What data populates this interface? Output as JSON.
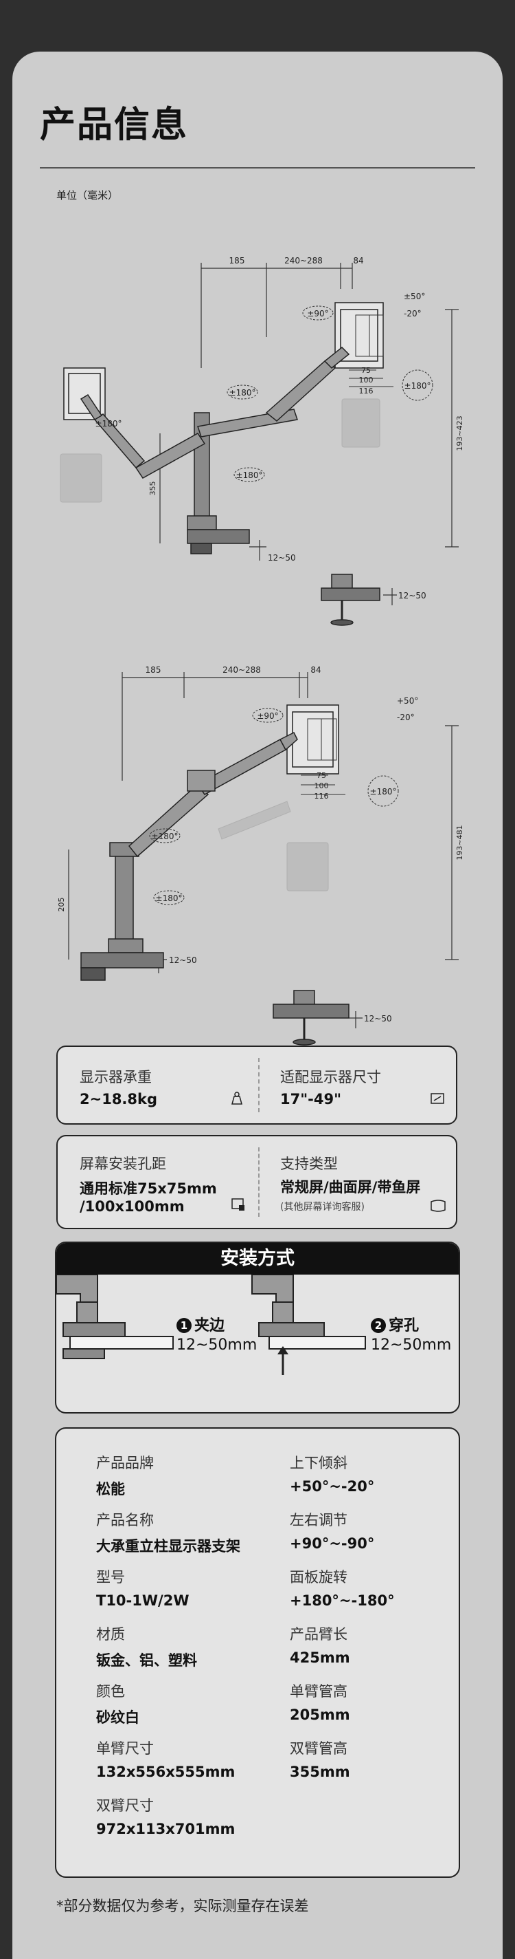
{
  "page_title": "产品信息",
  "unit_label": "单位（毫米）",
  "diagram1": {
    "dims": [
      "185",
      "240~288",
      "84",
      "±50°",
      "-20°",
      "±90°",
      "75",
      "100",
      "116",
      "±180°",
      "±180°",
      "±180°",
      "±180°",
      "193~423",
      "355",
      "12~50",
      "12~50"
    ]
  },
  "diagram2": {
    "dims": [
      "185",
      "240~288",
      "84",
      "+50°",
      "-20°",
      "±90°",
      "75",
      "100",
      "116",
      "±180°",
      "±180°",
      "±180°",
      "193~481",
      "205",
      "12~50",
      "12~50"
    ]
  },
  "info": {
    "row1": {
      "left": {
        "label": "显示器承重",
        "value": "2~18.8kg",
        "icon": "weight-icon"
      },
      "right": {
        "label": "适配显示器尺寸",
        "value": "17\"-49\"",
        "icon": "monitor-size-icon"
      }
    },
    "row2": {
      "left": {
        "label": "屏幕安装孔距",
        "value1": "通用标准75x75mm",
        "value2": "/100x100mm",
        "icon": "vesa-icon"
      },
      "right": {
        "label": "支持类型",
        "value": "常规屏/曲面屏/带鱼屏",
        "note": "(其他屏幕详询客服)",
        "icon": "screen-type-icon"
      }
    }
  },
  "install": {
    "title": "安装方式",
    "methods": [
      {
        "num": "1",
        "name": "夹边",
        "range": "12~50mm"
      },
      {
        "num": "2",
        "name": "穿孔",
        "range": "12~50mm"
      }
    ]
  },
  "specs": [
    {
      "key": "产品品牌",
      "value": "松能"
    },
    {
      "key": "上下倾斜",
      "value": "+50°~-20°"
    },
    {
      "key": "产品名称",
      "value": "大承重立柱显示器支架"
    },
    {
      "key": "左右调节",
      "value": "+90°~-90°"
    },
    {
      "key": "型号",
      "value": "T10-1W/2W"
    },
    {
      "key": "面板旋转",
      "value": "+180°~-180°"
    },
    {
      "key": "材质",
      "value": "钣金、铝、塑料"
    },
    {
      "key": "产品臂长",
      "value": "425mm"
    },
    {
      "key": "颜色",
      "value": "砂纹白"
    },
    {
      "key": "单臂管高",
      "value": "205mm"
    },
    {
      "key": "单臂尺寸",
      "value": "132x556x555mm"
    },
    {
      "key": "双臂管高",
      "value": "355mm"
    },
    {
      "key": "双臂尺寸",
      "value": "972x113x701mm"
    }
  ],
  "footnote": "*部分数据仅为参考，实际测量存在误差"
}
